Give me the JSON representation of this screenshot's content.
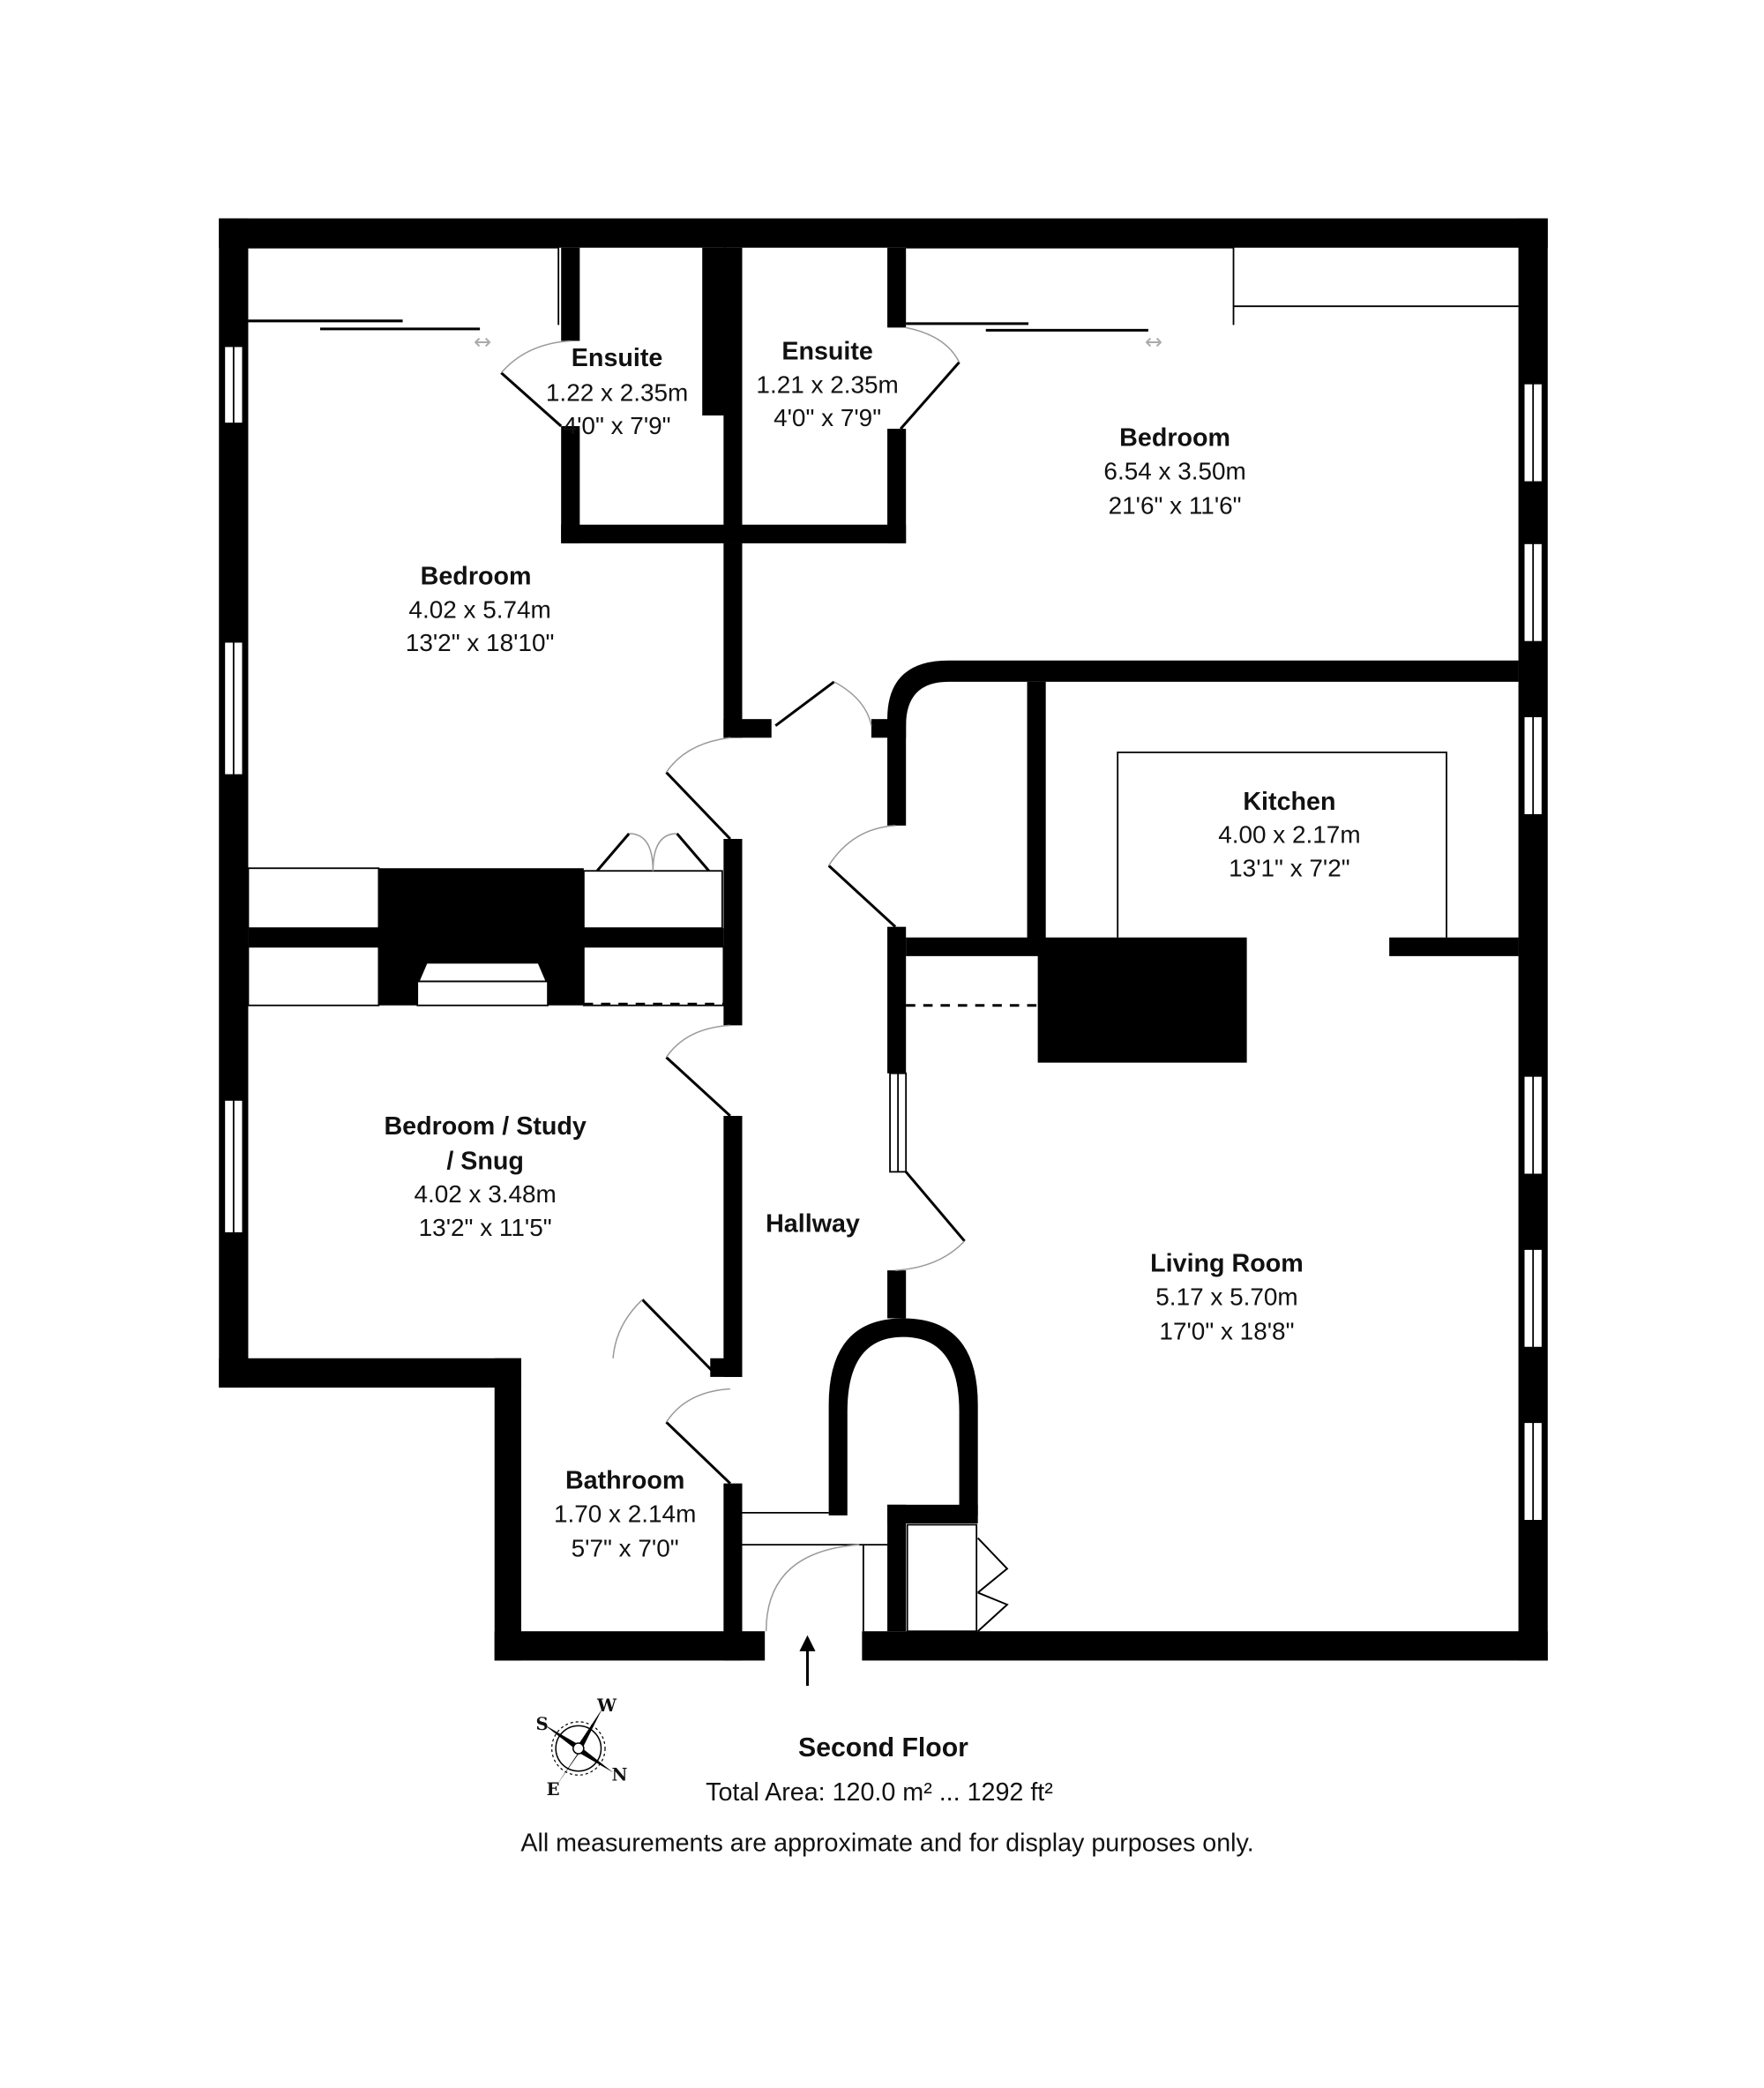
{
  "floor_plan": {
    "floor_name": "Second Floor",
    "total_area": "Total Area: 120.0 m² ... 1292 ft²",
    "disclaimer": "All measurements are approximate and for display purposes only.",
    "rooms": [
      {
        "id": "ensuite-1",
        "name": "Ensuite",
        "metric": "1.22 x 2.35m",
        "imperial": "4'0\" x 7'9\""
      },
      {
        "id": "ensuite-2",
        "name": "Ensuite",
        "metric": "1.21 x 2.35m",
        "imperial": "4'0\" x 7'9\""
      },
      {
        "id": "bedroom-east",
        "name": "Bedroom",
        "metric": "6.54 x 3.50m",
        "imperial": "21'6\" x 11'6\""
      },
      {
        "id": "bedroom-west",
        "name": "Bedroom",
        "metric": "4.02 x 5.74m",
        "imperial": "13'2\" x 18'10\""
      },
      {
        "id": "kitchen",
        "name": "Kitchen",
        "metric": "4.00 x 2.17m",
        "imperial": "13'1\" x 7'2\""
      },
      {
        "id": "study",
        "name_line1": "Bedroom / Study",
        "name_line2": "/ Snug",
        "metric": "4.02 x 3.48m",
        "imperial": "13'2\" x 11'5\""
      },
      {
        "id": "hallway",
        "name": "Hallway"
      },
      {
        "id": "living-room",
        "name": "Living Room",
        "metric": "5.17 x 5.70m",
        "imperial": "17'0\" x 18'8\""
      },
      {
        "id": "bathroom",
        "name": "Bathroom",
        "metric": "1.70 x 2.14m",
        "imperial": "5'7\" x 7'0\""
      }
    ],
    "compass": {
      "labels": {
        "n": "N",
        "s": "S",
        "e": "E",
        "w": "W"
      },
      "icon": "compass-rose-icon"
    },
    "entrance_icon": "arrow-up-icon"
  }
}
